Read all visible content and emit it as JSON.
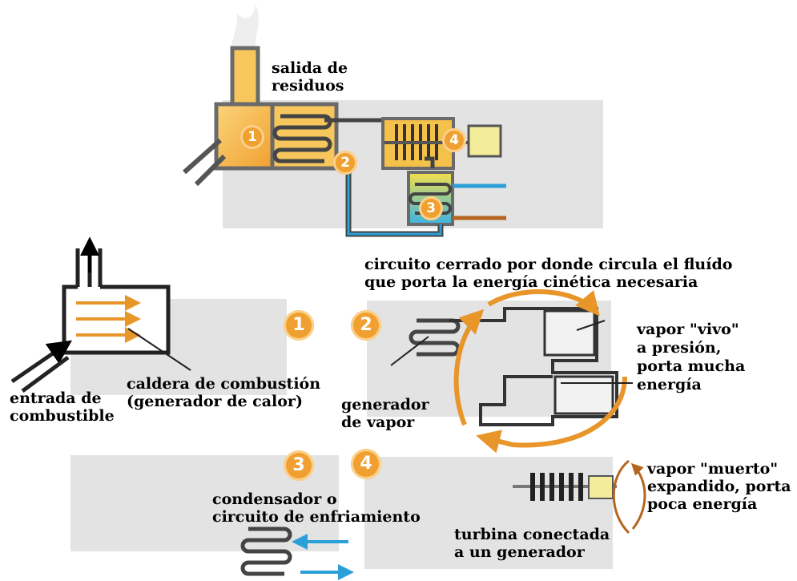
{
  "labels": {
    "salida": [
      "salida de",
      "residuos"
    ],
    "circuito": [
      "circuito cerrado por donde circula el fluído",
      "que porta la energía cinética necesaria"
    ],
    "vapor_vivo": [
      "vapor \"vivo\"",
      "a presión,",
      "porta mucha",
      "energía"
    ],
    "caldera": [
      "caldera de combustión",
      "(generador de calor)"
    ],
    "entrada": [
      "entrada de",
      "combustible"
    ],
    "generador_vapor": [
      "generador",
      "de vapor"
    ],
    "vapor_muerto": [
      "vapor \"muerto\"",
      "expandido, porta",
      "poca energía"
    ],
    "condensador": [
      "condensador o",
      "circuito de enfriamiento"
    ],
    "turbina": [
      "turbina conectada",
      "a un generador"
    ]
  },
  "badges": [
    "1",
    "2",
    "3",
    "4"
  ],
  "colors": {
    "orange": "#f0a030",
    "panel_gray": "#e3e3e3",
    "pipe_blue": "#2a9fd8",
    "dark": "#333333",
    "flame": "#f7c65c"
  }
}
